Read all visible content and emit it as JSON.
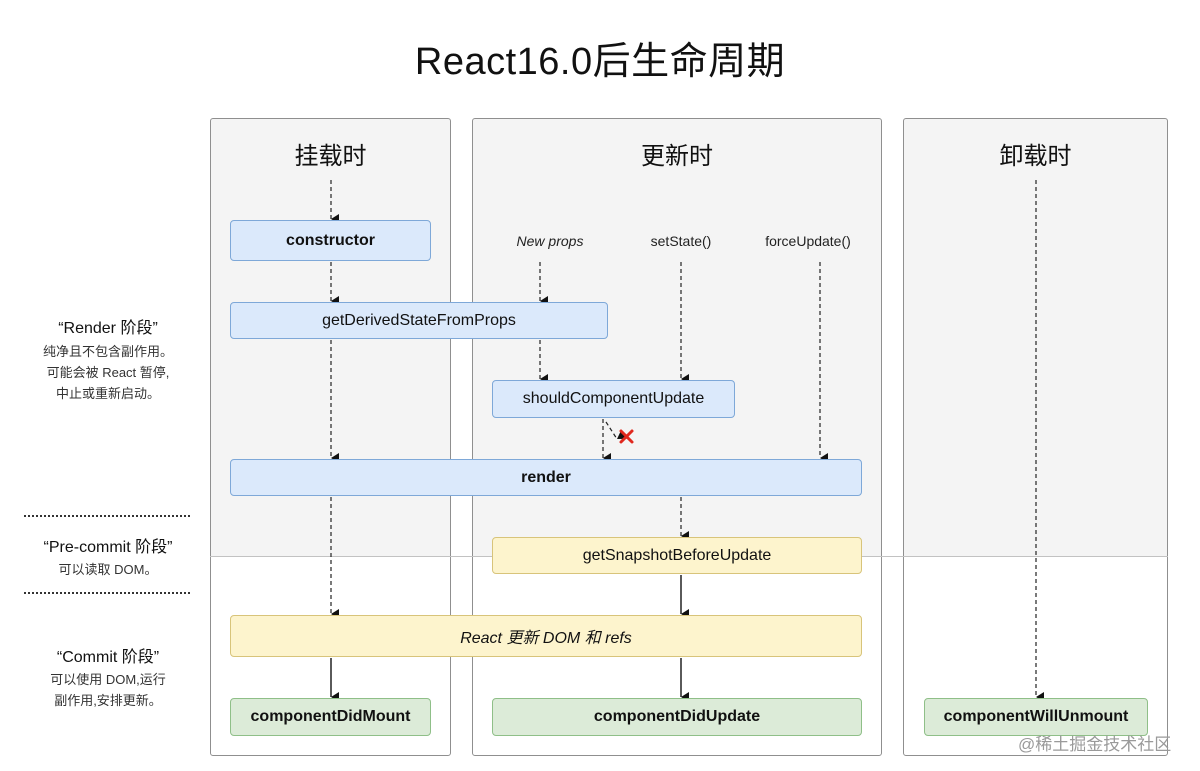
{
  "title": "React16.0后生命周期",
  "columns": {
    "mount": "挂载时",
    "update": "更新时",
    "unmount": "卸载时"
  },
  "triggers": {
    "new_props": "New props",
    "set_state": "setState()",
    "force_update": "forceUpdate()"
  },
  "boxes": {
    "constructor": "constructor",
    "get_derived": "getDerivedStateFromProps",
    "should_update": "shouldComponentUpdate",
    "render": "render",
    "snapshot": "getSnapshotBeforeUpdate",
    "react_update": "React 更新 DOM 和 refs",
    "did_mount": "componentDidMount",
    "did_update": "componentDidUpdate",
    "will_unmount": "componentWillUnmount"
  },
  "phases": {
    "render": {
      "title": "“Render 阶段”",
      "lines": [
        "纯净且不包含副作用。",
        "可能会被 React 暂停,",
        "中止或重新启动。"
      ]
    },
    "precommit": {
      "title": "“Pre-commit 阶段”",
      "lines": [
        "可以读取 DOM。"
      ]
    },
    "commit": {
      "title": "“Commit 阶段”",
      "lines": [
        "可以使用 DOM,运行",
        "副作用,安排更新。"
      ]
    }
  },
  "watermark": "@稀土掘金技术社区",
  "colors": {
    "render_box": "#dbe9fb",
    "precommit_box": "#fdf4cd",
    "commit_box": "#dcebd8",
    "stop_mark": "#e0281e"
  }
}
